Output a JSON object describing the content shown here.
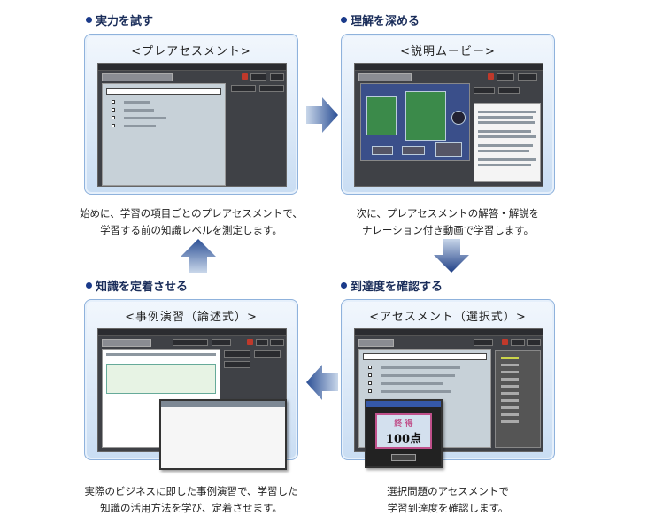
{
  "steps": {
    "pre": {
      "heading": "実力を試す",
      "card_title": "<プレアセスメント>",
      "description_1": "始めに、学習の項目ごとのプレアセスメントで、",
      "description_2": "学習する前の知識レベルを測定します。"
    },
    "movie": {
      "heading": "理解を深める",
      "card_title": "<説明ムービー>",
      "description_1": "次に、プレアセスメントの解答・解説を",
      "description_2": "ナレーション付き動画で学習します。"
    },
    "assessment": {
      "heading": "到達度を確認する",
      "card_title": "<アセスメント（選択式）>",
      "description_1": "選択問題のアセスメントで",
      "description_2": "学習到達度を確認します。",
      "score_label": "終 得",
      "score_value": "100点"
    },
    "case": {
      "heading": "知識を定着させる",
      "card_title": "<事例演習（論述式）>",
      "description_1": "実際のビジネスに即した事例演習で、学習した",
      "description_2": "知識の活用方法を学び、定着させます。"
    }
  },
  "colors": {
    "arrow_dark": "#1f3f86",
    "arrow_light": "#c9d7ea",
    "heading": "#1a2d5a",
    "card_border": "#8fb2dc"
  }
}
